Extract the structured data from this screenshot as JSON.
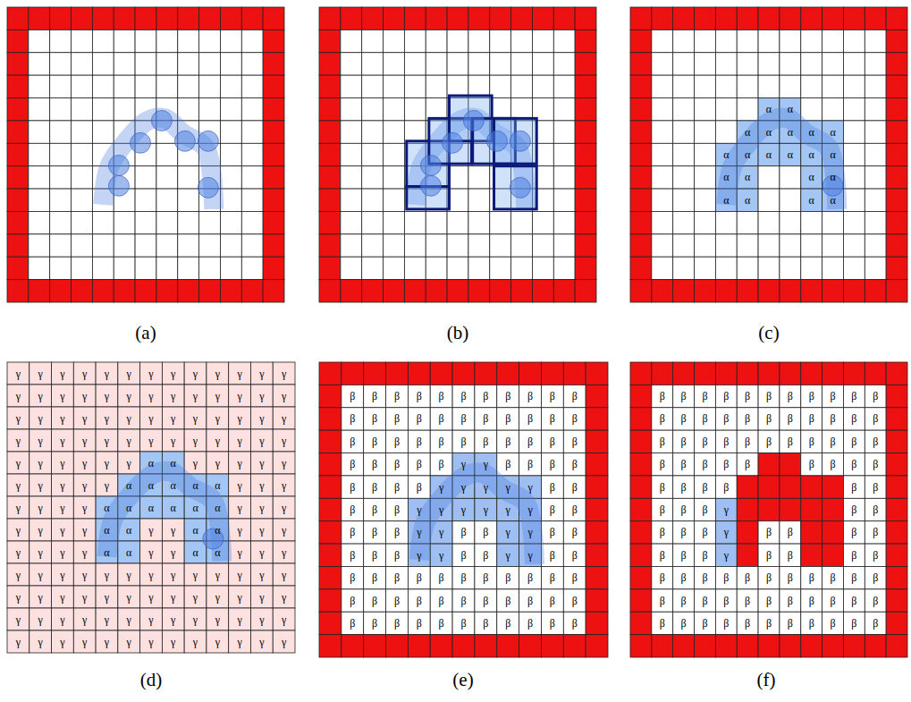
{
  "diagram": {
    "labels": [
      "α",
      "α",
      "α",
      "α",
      "α",
      "α",
      "α",
      "α",
      "α",
      "α",
      "α",
      "α",
      "α",
      "α",
      "α",
      "α",
      "α",
      "α",
      "α",
      "α",
      "α",
      "(a)",
      "(b)",
      "(c)",
      "γ",
      "γ",
      "γ",
      "γ",
      "γ",
      "γ",
      "γ",
      "γ",
      "γ",
      "γ",
      "γ",
      "γ",
      "γ",
      "γ",
      "γ",
      "γ",
      "γ",
      "γ",
      "γ",
      "γ",
      "γ",
      "γ",
      "γ",
      "γ",
      "γ",
      "γ",
      "γ",
      "γ",
      "γ",
      "γ",
      "γ",
      "γ",
      "γ",
      "γ",
      "γ",
      "γ",
      "γ",
      "γ",
      "γ",
      "γ",
      "γ",
      "γ",
      "γ",
      "γ",
      "γ",
      "γ",
      "γ",
      "γ",
      "γ",
      "γ",
      "γ",
      "γ",
      "γ",
      "γ",
      "γ",
      "γ",
      "γ",
      "γ",
      "α",
      "α",
      "γ",
      "γ",
      "γ",
      "γ",
      "γ",
      "γ",
      "γ",
      "γ",
      "γ",
      "γ",
      "α",
      "α",
      "α",
      "α",
      "α",
      "γ",
      "γ",
      "γ",
      "γ",
      "γ",
      "γ",
      "γ",
      "α",
      "α",
      "α",
      "α",
      "α",
      "α",
      "γ",
      "γ",
      "γ",
      "γ",
      "γ",
      "γ",
      "γ",
      "α",
      "α",
      "γ",
      "γ",
      "α",
      "α",
      "γ",
      "γ",
      "γ",
      "γ",
      "γ",
      "γ",
      "γ",
      "α",
      "α",
      "γ",
      "γ",
      "α",
      "α",
      "γ",
      "γ",
      "γ",
      "γ",
      "γ",
      "γ",
      "γ",
      "γ",
      "γ",
      "γ",
      "γ",
      "γ",
      "γ",
      "γ",
      "γ",
      "γ",
      "γ",
      "γ",
      "γ",
      "γ",
      "γ",
      "γ",
      "γ",
      "γ",
      "γ",
      "γ",
      "γ",
      "γ",
      "γ",
      "γ",
      "γ",
      "γ",
      "γ",
      "γ",
      "γ",
      "γ",
      "γ",
      "γ",
      "γ",
      "γ",
      "γ",
      "γ",
      "γ",
      "γ",
      "γ",
      "γ",
      "γ",
      "γ",
      "γ",
      "γ",
      "γ",
      "γ",
      "γ",
      "γ",
      "γ",
      "β",
      "β",
      "β",
      "β",
      "β",
      "β",
      "β",
      "β",
      "β",
      "β",
      "β",
      "β",
      "β",
      "β",
      "β",
      "β",
      "β",
      "β",
      "β",
      "β",
      "β",
      "β",
      "β",
      "β",
      "β",
      "β",
      "β",
      "β",
      "β",
      "β",
      "β",
      "β",
      "β",
      "β",
      "β",
      "β",
      "β",
      "β",
      "γ",
      "γ",
      "β",
      "β",
      "β",
      "β",
      "β",
      "β",
      "β",
      "β",
      "γ",
      "γ",
      "γ",
      "γ",
      "γ",
      "β",
      "β",
      "β",
      "β",
      "β",
      "γ",
      "γ",
      "γ",
      "γ",
      "γ",
      "γ",
      "β",
      "β",
      "β",
      "β",
      "β",
      "γ",
      "γ",
      "β",
      "β",
      "γ",
      "γ",
      "β",
      "β",
      "β",
      "β",
      "β",
      "γ",
      "γ",
      "β",
      "β",
      "γ",
      "γ",
      "β",
      "β",
      "β",
      "β",
      "β",
      "β",
      "β",
      "β",
      "β",
      "β",
      "β",
      "β",
      "β",
      "β",
      "β",
      "β",
      "β",
      "β",
      "β",
      "β",
      "β",
      "β",
      "β",
      "β",
      "β",
      "β",
      "β",
      "β",
      "β",
      "β",
      "β",
      "β",
      "β",
      "β",
      "β",
      "β",
      "β",
      "β",
      "β",
      "β",
      "β",
      "β",
      "β",
      "β",
      "β",
      "β",
      "β",
      "β",
      "β",
      "β",
      "β",
      "β",
      "β",
      "β",
      "β",
      "β",
      "β",
      "β",
      "β",
      "β",
      "β",
      "β",
      "β",
      "β",
      "β",
      "β",
      "β",
      "β",
      "β",
      "β",
      "β",
      "β",
      "β",
      "β",
      "β",
      "β",
      "β",
      "β",
      "β",
      "β",
      "β",
      "β",
      "β",
      "β",
      "β",
      "β",
      "γ",
      "β",
      "β",
      "β",
      "β",
      "β",
      "γ",
      "β",
      "β",
      "β",
      "β",
      "β",
      "β",
      "β",
      "γ",
      "β",
      "β",
      "β",
      "β",
      "β",
      "β",
      "β",
      "β",
      "β",
      "β",
      "β",
      "β",
      "β",
      "β",
      "β",
      "β",
      "β",
      "β",
      "β",
      "β",
      "β",
      "β",
      "β",
      "β",
      "β",
      "β",
      "β",
      "β",
      "β",
      "β",
      "β",
      "β",
      "β",
      "β",
      "β",
      "β",
      "β",
      "(d)",
      "(e)",
      "(f)"
    ]
  }
}
